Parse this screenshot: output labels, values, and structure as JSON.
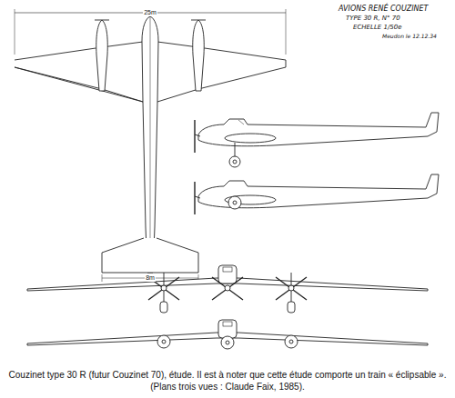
{
  "diagram": {
    "caption": "Couzinet type 30 R (futur Couzinet 70), étude. Il est à noter que cette étude comporte un train « éclipsable ». (Plans trois vues : Claude Faix, 1985).",
    "labels": [
      "AVIONS RENÉ COUZINET",
      "TYPE 30 R, N° 70",
      "ECHELLE 1/50e",
      "Meudon le 12.12.34",
      "25m",
      "8m"
    ]
  }
}
